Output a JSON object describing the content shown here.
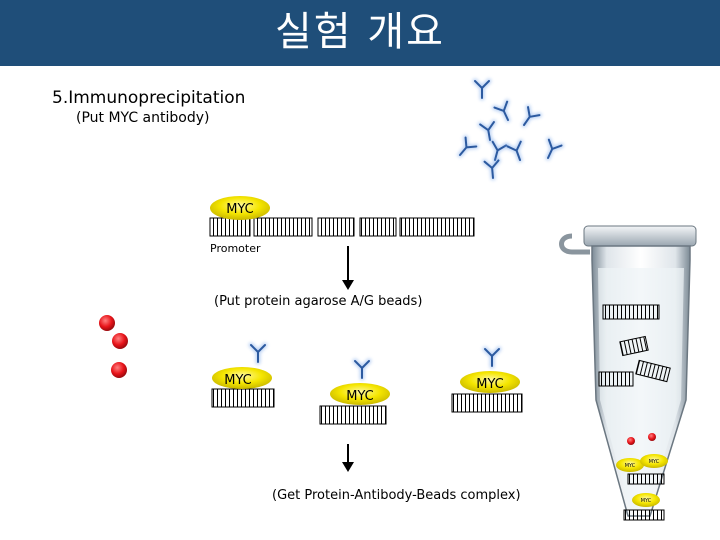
{
  "header": {
    "title": "실험 개요"
  },
  "step": {
    "title": "5.Immunoprecipitation",
    "subtitle": "(Put MYC antibody)"
  },
  "labels": {
    "myc_protein": "MYC",
    "promoter": "Promoter",
    "beads_step": "(Put protein agarose A/G beads)",
    "complex_step": "(Get Protein-Antibody-Beads complex)",
    "tube_myc": "MYC"
  },
  "colors": {
    "header_bg": "#1f4e79",
    "protein_yellow": "#f5e600",
    "antibody_blue": "#2c5aa0",
    "bead_red": "#e8141a"
  }
}
